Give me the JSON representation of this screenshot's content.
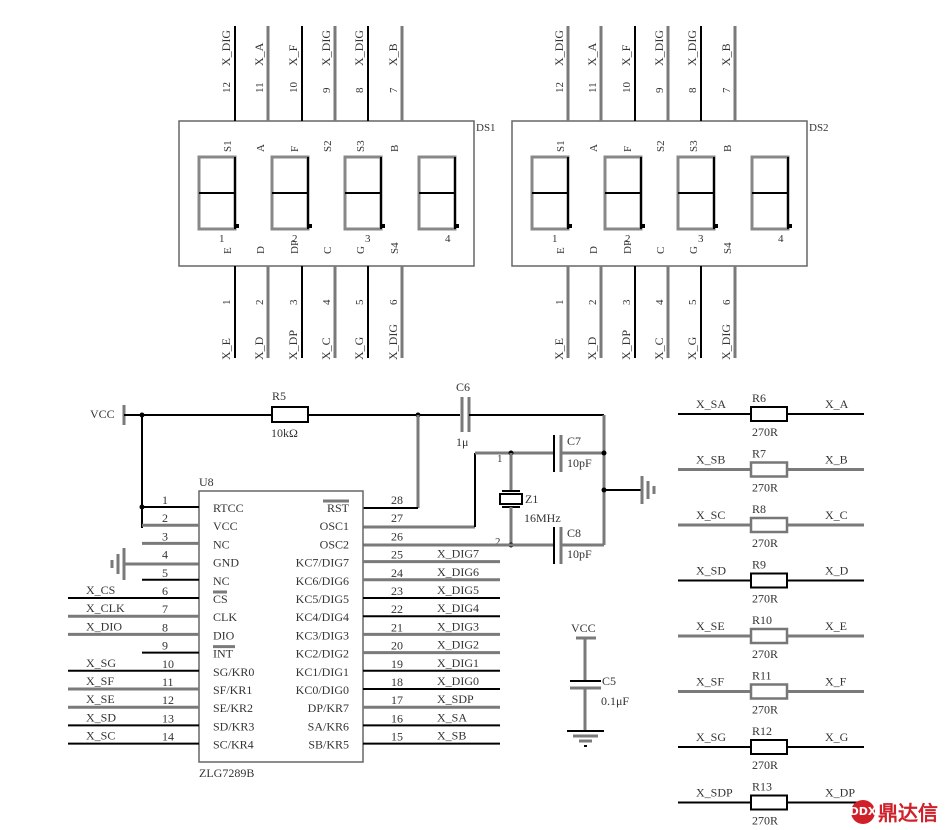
{
  "displays": [
    {
      "ref": "DS1",
      "top_pins": [
        {
          "num": "12",
          "net": "X_DIG"
        },
        {
          "num": "11",
          "net": "X_A"
        },
        {
          "num": "10",
          "net": "X_F"
        },
        {
          "num": "9",
          "net": "X_DIG"
        },
        {
          "num": "8",
          "net": "X_DIG"
        },
        {
          "num": "7",
          "net": "X_B"
        }
      ],
      "bottom_pins": [
        {
          "num": "1",
          "net": "X_E"
        },
        {
          "num": "2",
          "net": "X_D"
        },
        {
          "num": "3",
          "net": "X_DP"
        },
        {
          "num": "4",
          "net": "X_C"
        },
        {
          "num": "5",
          "net": "X_G"
        },
        {
          "num": "6",
          "net": "X_DIG"
        }
      ],
      "inner_top_labels": [
        "S1",
        "A",
        "F",
        "S2",
        "S3",
        "B"
      ],
      "inner_bottom_labels": [
        "E",
        "D",
        "DP",
        "C",
        "G",
        "S4"
      ],
      "digit_numbers": [
        "1",
        "2",
        "3",
        "4"
      ]
    },
    {
      "ref": "DS2",
      "top_pins": [
        {
          "num": "12",
          "net": "X_DIG"
        },
        {
          "num": "11",
          "net": "X_A"
        },
        {
          "num": "10",
          "net": "X_F"
        },
        {
          "num": "9",
          "net": "X_DIG"
        },
        {
          "num": "8",
          "net": "X_DIG"
        },
        {
          "num": "7",
          "net": "X_B"
        }
      ],
      "bottom_pins": [
        {
          "num": "1",
          "net": "X_E"
        },
        {
          "num": "2",
          "net": "X_D"
        },
        {
          "num": "3",
          "net": "X_DP"
        },
        {
          "num": "4",
          "net": "X_C"
        },
        {
          "num": "5",
          "net": "X_G"
        },
        {
          "num": "6",
          "net": "X_DIG"
        }
      ],
      "inner_top_labels": [
        "S1",
        "A",
        "F",
        "S2",
        "S3",
        "B"
      ],
      "inner_bottom_labels": [
        "E",
        "D",
        "DP",
        "C",
        "G",
        "S4"
      ],
      "digit_numbers": [
        "1",
        "2",
        "3",
        "4"
      ]
    }
  ],
  "power": {
    "vcc_label": "VCC"
  },
  "r5": {
    "ref": "R5",
    "value": "10kΩ"
  },
  "c6": {
    "ref": "C6",
    "value": "1μ"
  },
  "c7": {
    "ref": "C7",
    "value": "10pF"
  },
  "c8": {
    "ref": "C8",
    "value": "10pF"
  },
  "z1": {
    "ref": "Z1",
    "value": "16MHz",
    "pin1": "1",
    "pin2": "2"
  },
  "c5": {
    "ref": "C5",
    "value": "0.1μF",
    "vcc": "VCC"
  },
  "ic": {
    "ref": "U8",
    "part": "ZLG7289B",
    "left_pins": [
      {
        "num": "1",
        "name": "RTCC",
        "net": ""
      },
      {
        "num": "2",
        "name": "VCC",
        "net": ""
      },
      {
        "num": "3",
        "name": "NC",
        "net": ""
      },
      {
        "num": "4",
        "name": "GND",
        "net": ""
      },
      {
        "num": "5",
        "name": "NC",
        "net": ""
      },
      {
        "num": "6",
        "name": "CS",
        "net": "X_CS"
      },
      {
        "num": "7",
        "name": "CLK",
        "net": "X_CLK"
      },
      {
        "num": "8",
        "name": "DIO",
        "net": "X_DIO"
      },
      {
        "num": "9",
        "name": "INT",
        "net": ""
      },
      {
        "num": "10",
        "name": "SG/KR0",
        "net": "X_SG"
      },
      {
        "num": "11",
        "name": "SF/KR1",
        "net": "X_SF"
      },
      {
        "num": "12",
        "name": "SE/KR2",
        "net": "X_SE"
      },
      {
        "num": "13",
        "name": "SD/KR3",
        "net": "X_SD"
      },
      {
        "num": "14",
        "name": "SC/KR4",
        "net": "X_SC"
      }
    ],
    "right_pins": [
      {
        "num": "28",
        "name": "RST",
        "net": ""
      },
      {
        "num": "27",
        "name": "OSC1",
        "net": ""
      },
      {
        "num": "26",
        "name": "OSC2",
        "net": ""
      },
      {
        "num": "25",
        "name": "KC7/DIG7",
        "net": "X_DIG7"
      },
      {
        "num": "24",
        "name": "KC6/DIG6",
        "net": "X_DIG6"
      },
      {
        "num": "23",
        "name": "KC5/DIG5",
        "net": "X_DIG5"
      },
      {
        "num": "22",
        "name": "KC4/DIG4",
        "net": "X_DIG4"
      },
      {
        "num": "21",
        "name": "KC3/DIG3",
        "net": "X_DIG3"
      },
      {
        "num": "20",
        "name": "KC2/DIG2",
        "net": "X_DIG2"
      },
      {
        "num": "19",
        "name": "KC1/DIG1",
        "net": "X_DIG1"
      },
      {
        "num": "18",
        "name": "KC0/DIG0",
        "net": "X_DIG0"
      },
      {
        "num": "17",
        "name": "DP/KR7",
        "net": "X_SDP"
      },
      {
        "num": "16",
        "name": "SA/KR6",
        "net": "X_SA"
      },
      {
        "num": "15",
        "name": "SB/KR5",
        "net": "X_SB"
      }
    ]
  },
  "resistors": [
    {
      "ref": "R6",
      "value": "270R",
      "in": "X_SA",
      "out": "X_A"
    },
    {
      "ref": "R7",
      "value": "270R",
      "in": "X_SB",
      "out": "X_B"
    },
    {
      "ref": "R8",
      "value": "270R",
      "in": "X_SC",
      "out": "X_C"
    },
    {
      "ref": "R9",
      "value": "270R",
      "in": "X_SD",
      "out": "X_D"
    },
    {
      "ref": "R10",
      "value": "270R",
      "in": "X_SE",
      "out": "X_E"
    },
    {
      "ref": "R11",
      "value": "270R",
      "in": "X_SF",
      "out": "X_F"
    },
    {
      "ref": "R12",
      "value": "270R",
      "in": "X_SG",
      "out": "X_G"
    },
    {
      "ref": "R13",
      "value": "270R",
      "in": "X_SDP",
      "out": "X_DP"
    }
  ],
  "watermark": {
    "text": "鼎达信",
    "logo": "DDX"
  }
}
